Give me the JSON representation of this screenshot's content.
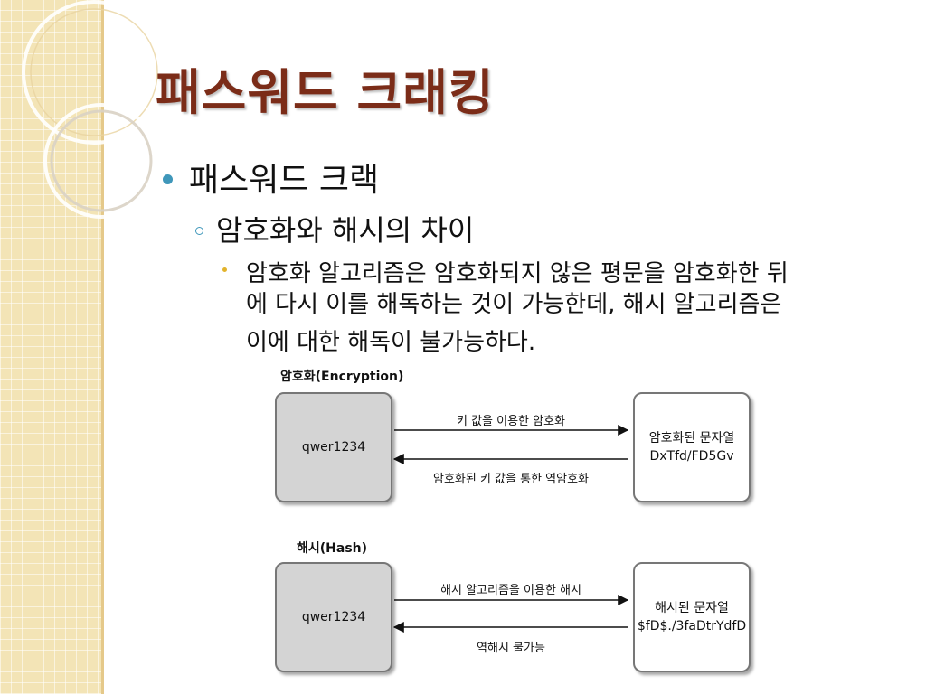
{
  "slide": {
    "title": "패스워드 크래킹",
    "bullet1": "패스워드 크랙",
    "bullet2": "암호화와 해시의 차이",
    "bullet3_lines": [
      "암호화 알고리즘은 암호화되지 않은 평문을 암호화한 뒤",
      "에 다시 이를 해독하는 것이 가능한데, 해시 알고리즘은",
      "이에 대한 해독이 불가능하다."
    ]
  },
  "diagram": {
    "encryption": {
      "section_label": "암호화(Encryption)",
      "input_box": "qwer1234",
      "output_box_line1": "암호화된 문자열",
      "output_box_line2": "DxTfd/FD5Gv",
      "forward_arrow_label": "키 값을 이용한 암호화",
      "backward_arrow_label": "암호화된 키 값을 통한 역암호화"
    },
    "hash": {
      "section_label": "해시(Hash)",
      "input_box": "qwer1234",
      "output_box_line1": "해시된 문자열",
      "output_box_line2": "$fD$./3faDtrYdfD",
      "forward_arrow_label": "해시 알고리즘을 이용한 해시",
      "backward_arrow_label": "역해시 불가능"
    }
  },
  "colors": {
    "title": "#7b2c18",
    "bullet_primary": "#3f97ba",
    "bullet_tertiary": "#e2b32c",
    "side_strip": "#f3e4b6",
    "box_gray": "#d4d4d4"
  }
}
